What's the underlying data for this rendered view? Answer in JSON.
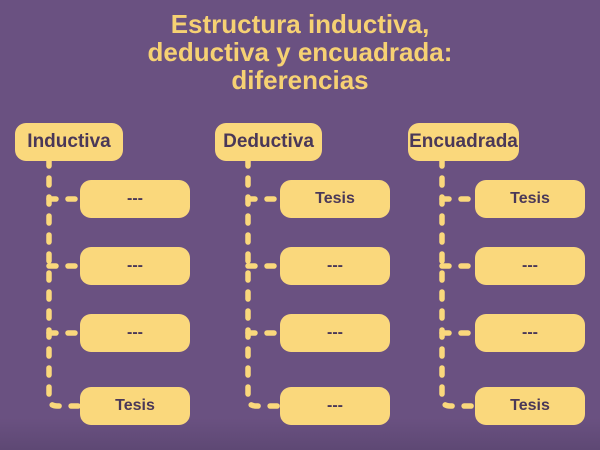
{
  "title": {
    "lines": [
      "Estructura inductiva,",
      "deductiva y encuadrada:",
      "diferencias"
    ]
  },
  "colors": {
    "background": "#6a5181",
    "box_fill": "#fad87c",
    "box_text": "#4a3858",
    "title_text": "#f6d173",
    "connector": "#fad87c"
  },
  "columns": [
    {
      "header": "Inductiva",
      "items": [
        "---",
        "---",
        "---",
        "Tesis"
      ]
    },
    {
      "header": "Deductiva",
      "items": [
        "Tesis",
        "---",
        "---",
        "---"
      ]
    },
    {
      "header": "Encuadrada",
      "items": [
        "Tesis",
        "---",
        "---",
        "Tesis"
      ]
    }
  ]
}
